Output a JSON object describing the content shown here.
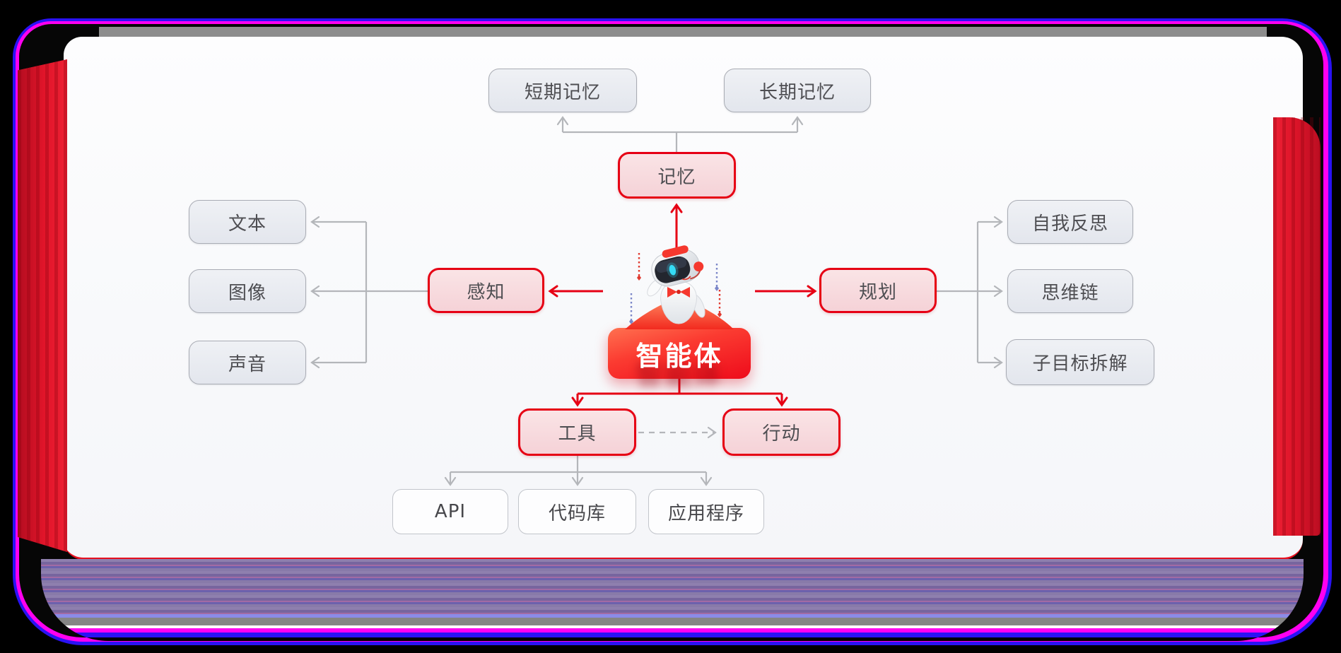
{
  "frame": {
    "background": "#000000",
    "glitch_colors": {
      "blue": "#2a12f5",
      "magenta": "#ff00f0",
      "red_band": "#d8142a",
      "purple_stack": "#8376a8",
      "gray_band": "#8d8d8d"
    },
    "canvas_color": "#fafbfc"
  },
  "diagram": {
    "center": {
      "label": "智能体"
    },
    "mascot_icon": "robot-mascot",
    "branches": {
      "memory": {
        "label": "记忆",
        "children": [
          {
            "label": "短期记忆"
          },
          {
            "label": "长期记忆"
          }
        ]
      },
      "perception": {
        "label": "感知",
        "children": [
          {
            "label": "文本"
          },
          {
            "label": "图像"
          },
          {
            "label": "声音"
          }
        ]
      },
      "planning": {
        "label": "规划",
        "children": [
          {
            "label": "自我反思"
          },
          {
            "label": "思维链"
          },
          {
            "label": "子目标拆解"
          }
        ]
      },
      "tools": {
        "label": "工具",
        "children": [
          {
            "label": "API"
          },
          {
            "label": "代码库"
          },
          {
            "label": "应用程序"
          }
        ]
      },
      "action": {
        "label": "行动"
      }
    },
    "edges": [
      {
        "from": "智能体",
        "to": "记忆",
        "style": "solid",
        "color": "red"
      },
      {
        "from": "智能体",
        "to": "感知",
        "style": "solid",
        "color": "red"
      },
      {
        "from": "智能体",
        "to": "规划",
        "style": "solid",
        "color": "red"
      },
      {
        "from": "智能体",
        "to": "工具",
        "style": "solid",
        "color": "red"
      },
      {
        "from": "智能体",
        "to": "行动",
        "style": "solid",
        "color": "red"
      },
      {
        "from": "记忆",
        "to": "短期记忆",
        "style": "solid",
        "color": "gray"
      },
      {
        "from": "记忆",
        "to": "长期记忆",
        "style": "solid",
        "color": "gray"
      },
      {
        "from": "感知",
        "to": "文本",
        "style": "solid",
        "color": "gray"
      },
      {
        "from": "感知",
        "to": "图像",
        "style": "solid",
        "color": "gray"
      },
      {
        "from": "感知",
        "to": "声音",
        "style": "solid",
        "color": "gray"
      },
      {
        "from": "规划",
        "to": "自我反思",
        "style": "solid",
        "color": "gray"
      },
      {
        "from": "规划",
        "to": "思维链",
        "style": "solid",
        "color": "gray"
      },
      {
        "from": "规划",
        "to": "子目标拆解",
        "style": "solid",
        "color": "gray"
      },
      {
        "from": "工具",
        "to": "API",
        "style": "solid",
        "color": "gray"
      },
      {
        "from": "工具",
        "to": "代码库",
        "style": "solid",
        "color": "gray"
      },
      {
        "from": "工具",
        "to": "应用程序",
        "style": "solid",
        "color": "gray"
      },
      {
        "from": "工具",
        "to": "行动",
        "style": "dashed",
        "color": "gray"
      }
    ],
    "colors": {
      "accent_red": "#e60014",
      "pink_node_fill": "#f8dce0",
      "gray_node_fill": "#e9ecf2",
      "white_node_fill": "#fdfdfe",
      "gray_line": "#b4b6ba",
      "node_text": "#4e4e52",
      "agent_text": "#ffffff"
    }
  }
}
